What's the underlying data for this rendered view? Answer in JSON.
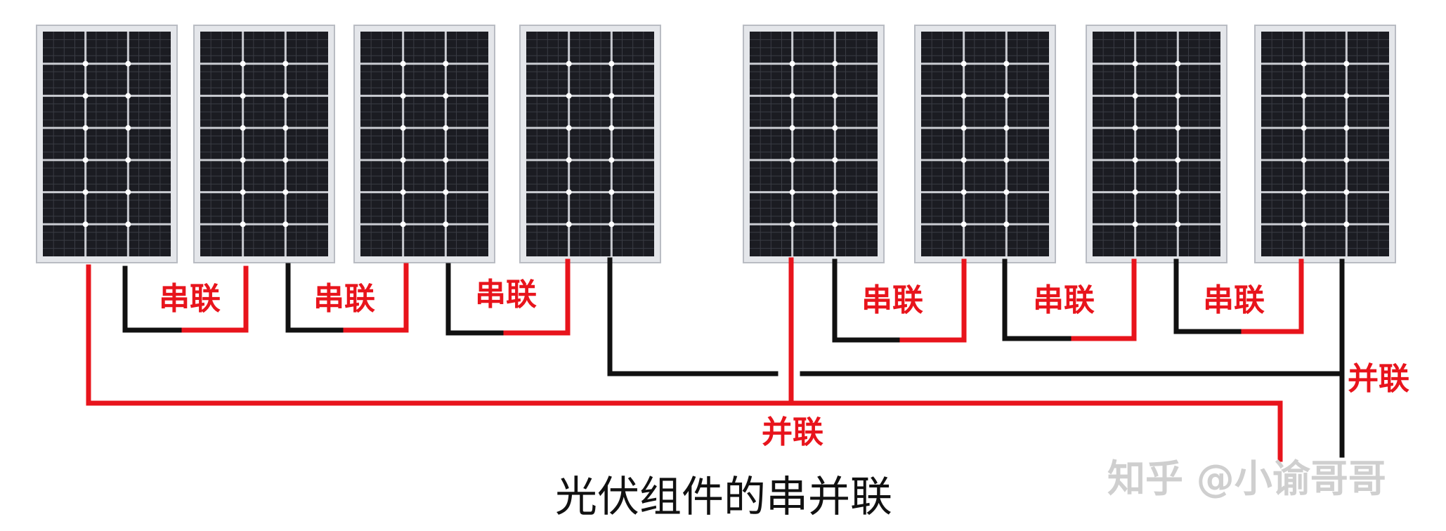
{
  "diagram": {
    "panel_count": 8,
    "labels": {
      "series": "串联",
      "parallel": "并联"
    },
    "caption": "光伏组件的串并联",
    "watermark": "知乎 @小谕哥哥",
    "colors": {
      "positive_wire": "#e8141c",
      "negative_wire": "#111111",
      "panel_cell": "#1b1c22",
      "panel_grid": "#c9cbd1",
      "panel_frame": "#e4e6ea",
      "label": "#e8141c"
    }
  }
}
